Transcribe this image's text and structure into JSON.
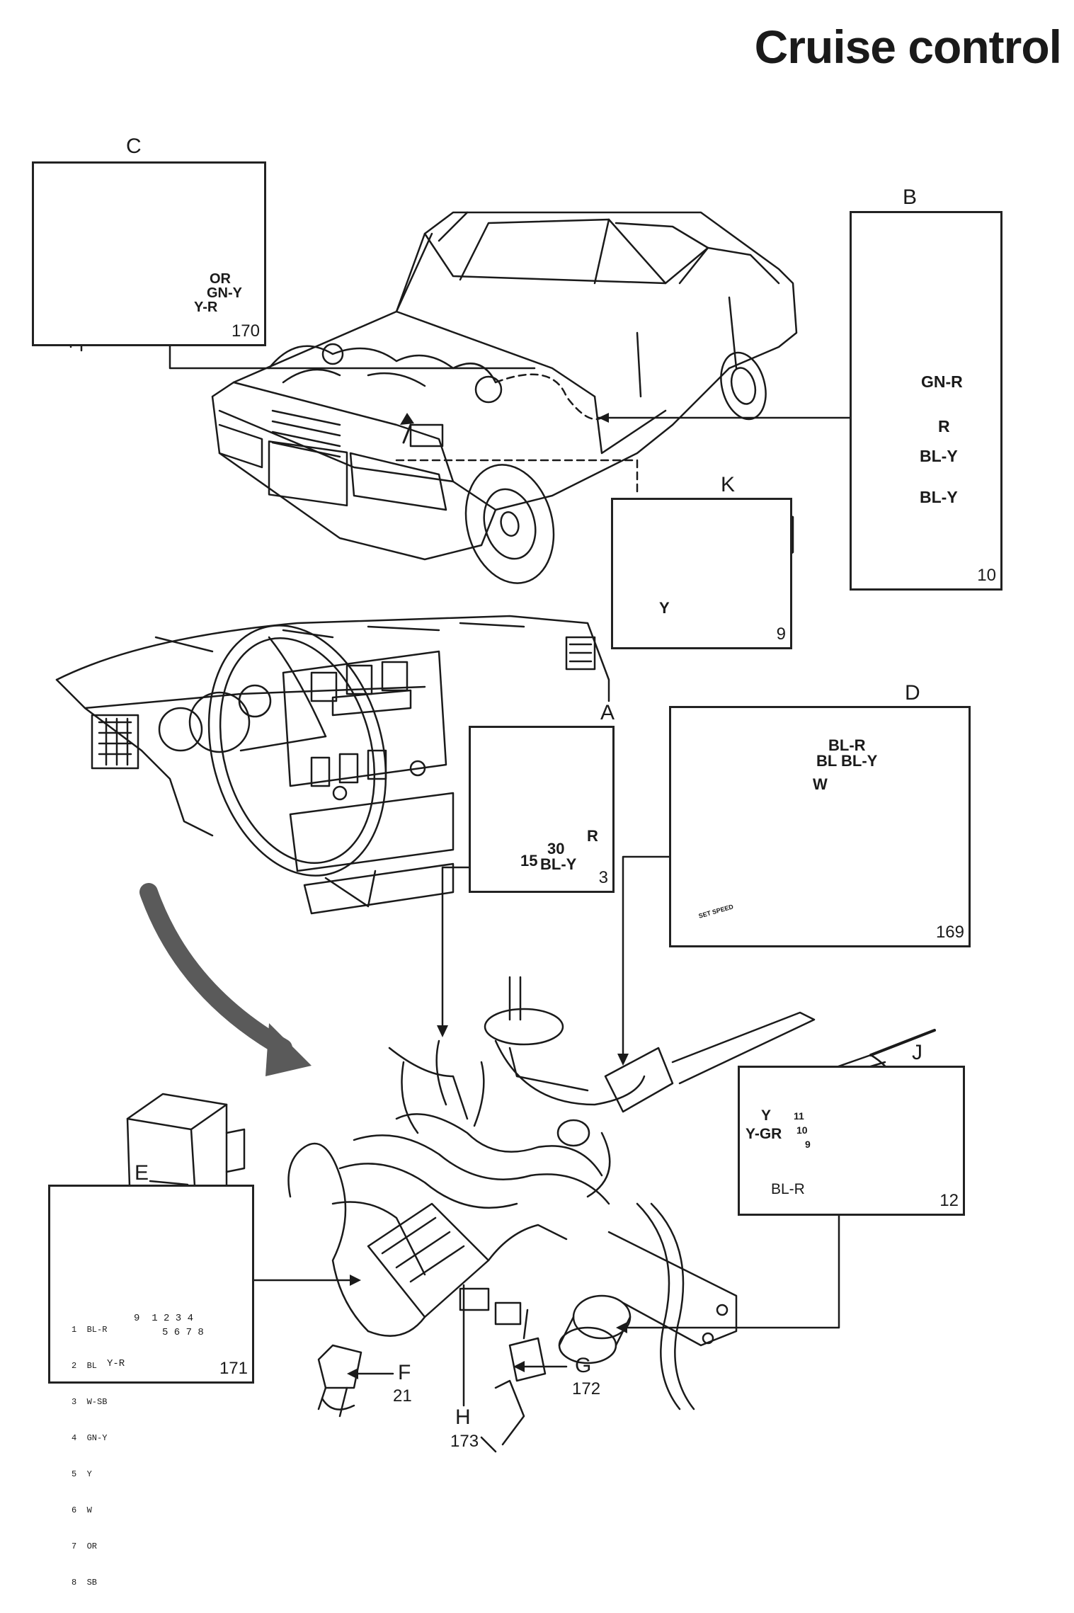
{
  "title": "Cruise control",
  "callouts": {
    "C": {
      "letter": "C",
      "number": "170",
      "wires": [
        "OR",
        "GN-Y",
        "Y-R"
      ]
    },
    "B": {
      "letter": "B",
      "number": "10",
      "wires": [
        "GN-R",
        "R",
        "BL-Y",
        "BL-Y"
      ]
    },
    "K": {
      "letter": "K",
      "number": "9",
      "wires": [
        "Y"
      ]
    },
    "A": {
      "letter": "A",
      "number": "3",
      "wires": [
        "R",
        "15",
        "30",
        "BL-Y"
      ]
    },
    "D": {
      "letter": "D",
      "number": "169",
      "wires": [
        "BL-R",
        "BL",
        "BL-Y",
        "W"
      ],
      "knob_text": "SET SPEED"
    },
    "E": {
      "letter": "E",
      "number": "171",
      "legend": [
        "1  BL-R",
        "2  BL",
        "3  W-SB",
        "4  GN-Y",
        "5  Y",
        "6  W",
        "7  OR",
        "8  SB"
      ],
      "pins_top": "9  1 2 3 4",
      "pins_bottom": "5 6 7 8",
      "wire": "Y-R"
    },
    "J": {
      "letter": "J",
      "number": "12",
      "wires": [
        "Y",
        "Y-GR",
        "BL-R"
      ],
      "pins": [
        "11",
        "10",
        "9"
      ]
    }
  },
  "pointers": {
    "F": {
      "letter": "F",
      "number": "21"
    },
    "G": {
      "letter": "G",
      "number": "172"
    },
    "H": {
      "letter": "H",
      "number": "173"
    }
  }
}
